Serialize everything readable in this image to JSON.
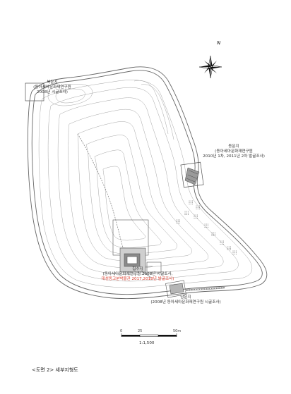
{
  "north": {
    "letter": "N"
  },
  "labels": {
    "north_gate": {
      "name": "북문지",
      "org": "(동아세아문화재연구원",
      "year": "2008년 시굴조사)"
    },
    "east_gate": {
      "name": "동문지",
      "org": "(동아세아문화재연구원",
      "year": "2010년 1차, 2011년 2차 발굴조사)"
    },
    "pond": {
      "name": "집수지",
      "org": "(동아세아문화재연구원 2008년 시굴조사,",
      "red": "대성동고분박물관 2017,2018년 발굴조사)"
    },
    "south_gate": {
      "name": "남문지",
      "org": "(2008년 동아세아문화재연구원 시굴조사)"
    }
  },
  "scale": {
    "ticks": [
      "0",
      "25",
      "50m"
    ],
    "ratio": "1:1,500"
  },
  "caption": "<도면 2> 세부지형도",
  "colors": {
    "line": "#8a8a8a",
    "wall": "#555555",
    "accent": "#d93b2b"
  }
}
